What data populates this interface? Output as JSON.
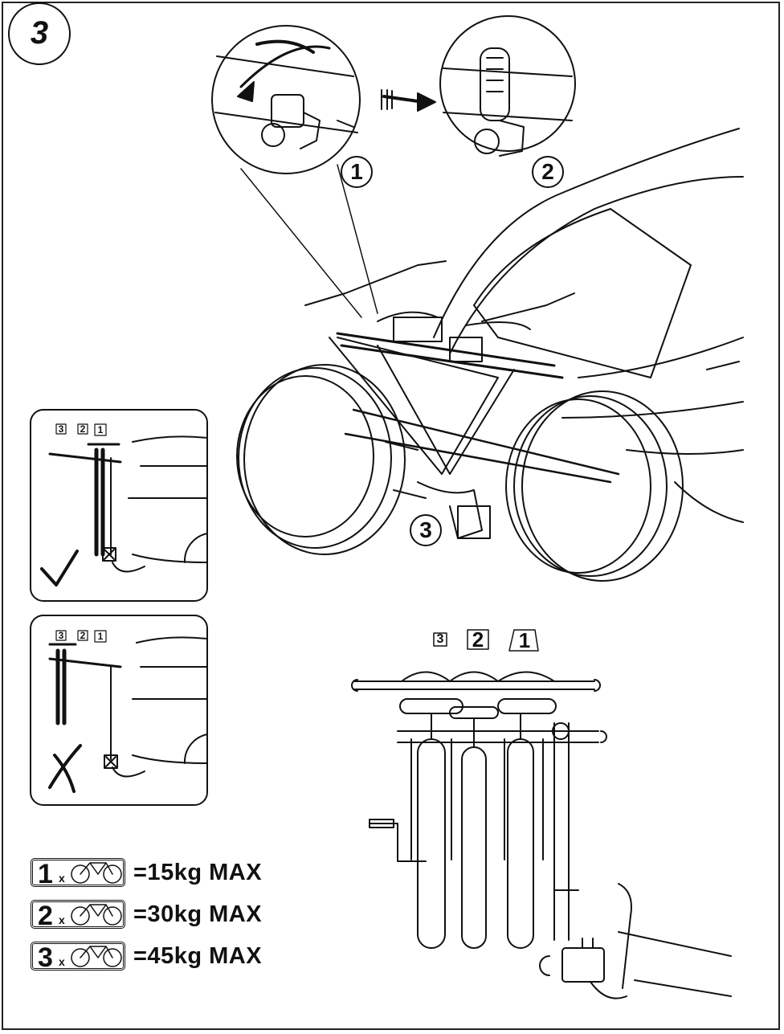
{
  "step": {
    "number": "3"
  },
  "detail_callouts": [
    {
      "label": "1"
    },
    {
      "label": "2"
    },
    {
      "label": "3"
    }
  ],
  "rack_positions": [
    "3",
    "2",
    "1"
  ],
  "inset_correct": {
    "labels": [
      "3",
      "2",
      "1"
    ],
    "mark": "✓",
    "mark_icon": "checkmark-icon"
  },
  "inset_wrong": {
    "labels": [
      "3",
      "2",
      "1"
    ],
    "mark": "✗",
    "mark_icon": "cross-icon"
  },
  "load_limits": [
    {
      "count": "1",
      "multiplier": "x",
      "icon": "bicycle-icon",
      "text": "=15kg MAX"
    },
    {
      "count": "2",
      "multiplier": "x",
      "icon": "bicycle-icon",
      "text": "=30kg MAX"
    },
    {
      "count": "3",
      "multiplier": "x",
      "icon": "bicycle-icon",
      "text": "=45kg MAX"
    }
  ],
  "colors": {
    "ink": "#111111",
    "background": "#ffffff"
  }
}
